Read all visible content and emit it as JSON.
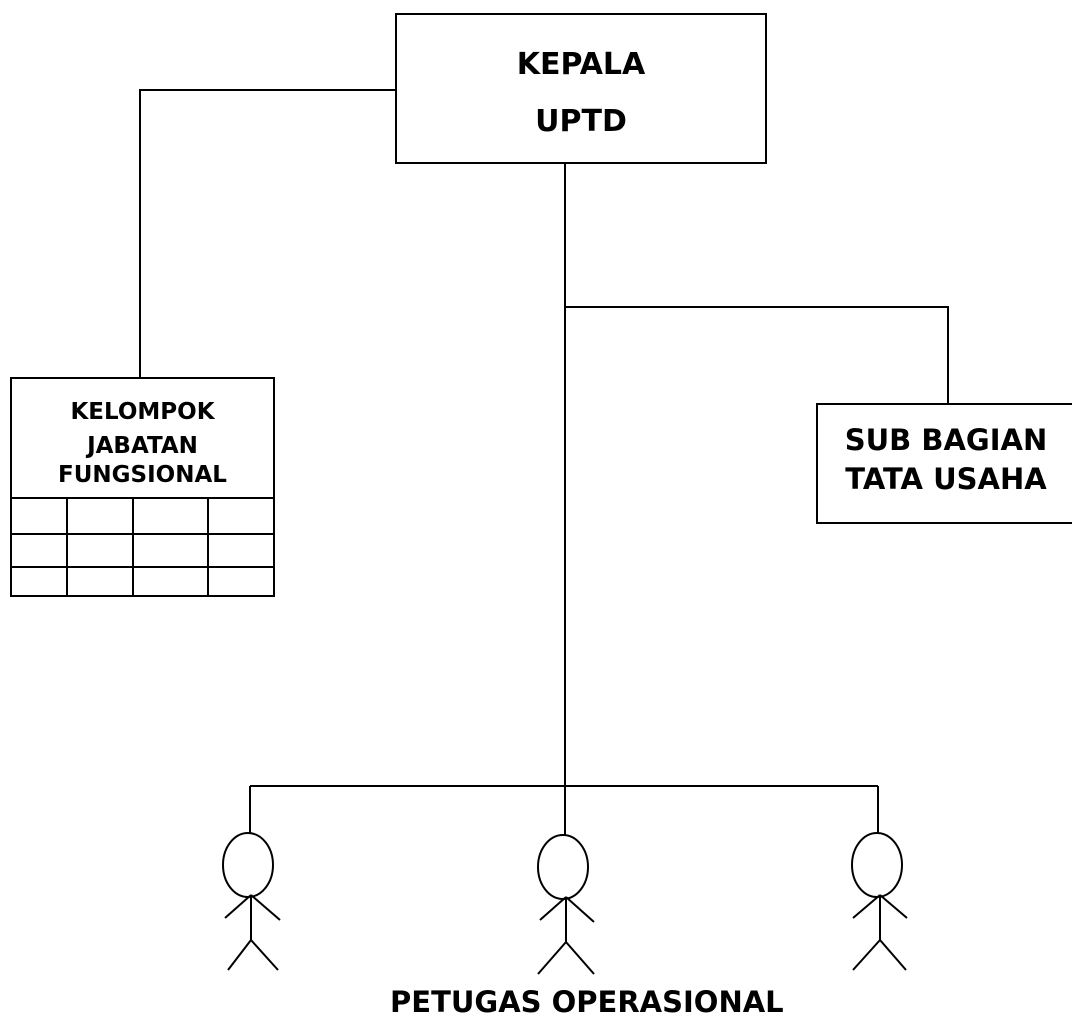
{
  "kepala": {
    "line1": "KEPALA",
    "line2": "UPTD"
  },
  "kelompok": {
    "line1": "KELOMPOK",
    "line2": "JABATAN",
    "line3": "FUNGSIONAL",
    "grid_rows": 3,
    "grid_cols": 4
  },
  "sub_bagian": {
    "line1": "SUB BAGIAN",
    "line2": "TATA USAHA"
  },
  "petugas": {
    "label": "PETUGAS OPERASIONAL",
    "figures": 3
  }
}
